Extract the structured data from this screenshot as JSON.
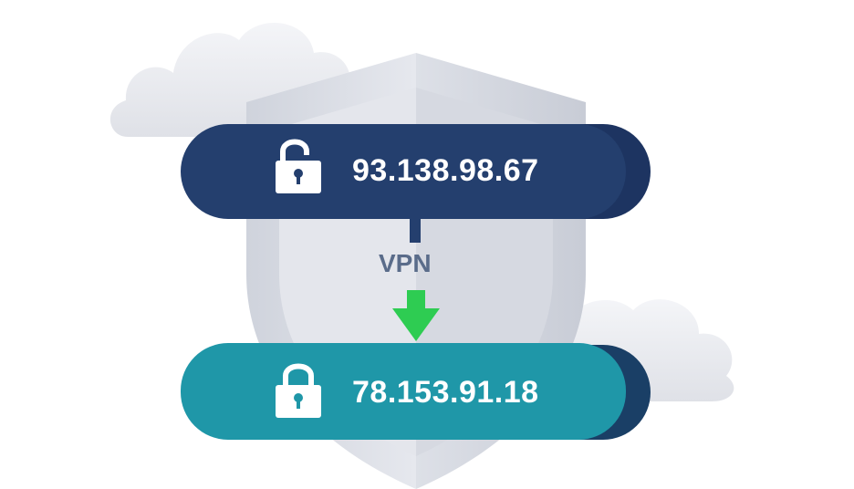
{
  "illustration": {
    "top_address": {
      "ip": "93.138.98.67",
      "lock_state": "unlocked",
      "icon": "unlocked-padlock-icon",
      "color": "#243f6e"
    },
    "connector_label": "VPN",
    "arrow_icon": "down-arrow-icon",
    "arrow_color": "#2ecc52",
    "bottom_address": {
      "ip": "78.153.91.18",
      "lock_state": "locked",
      "icon": "locked-padlock-icon",
      "color": "#1f97a8"
    },
    "background_icons": [
      "shield-icon",
      "cloud-icon"
    ]
  }
}
